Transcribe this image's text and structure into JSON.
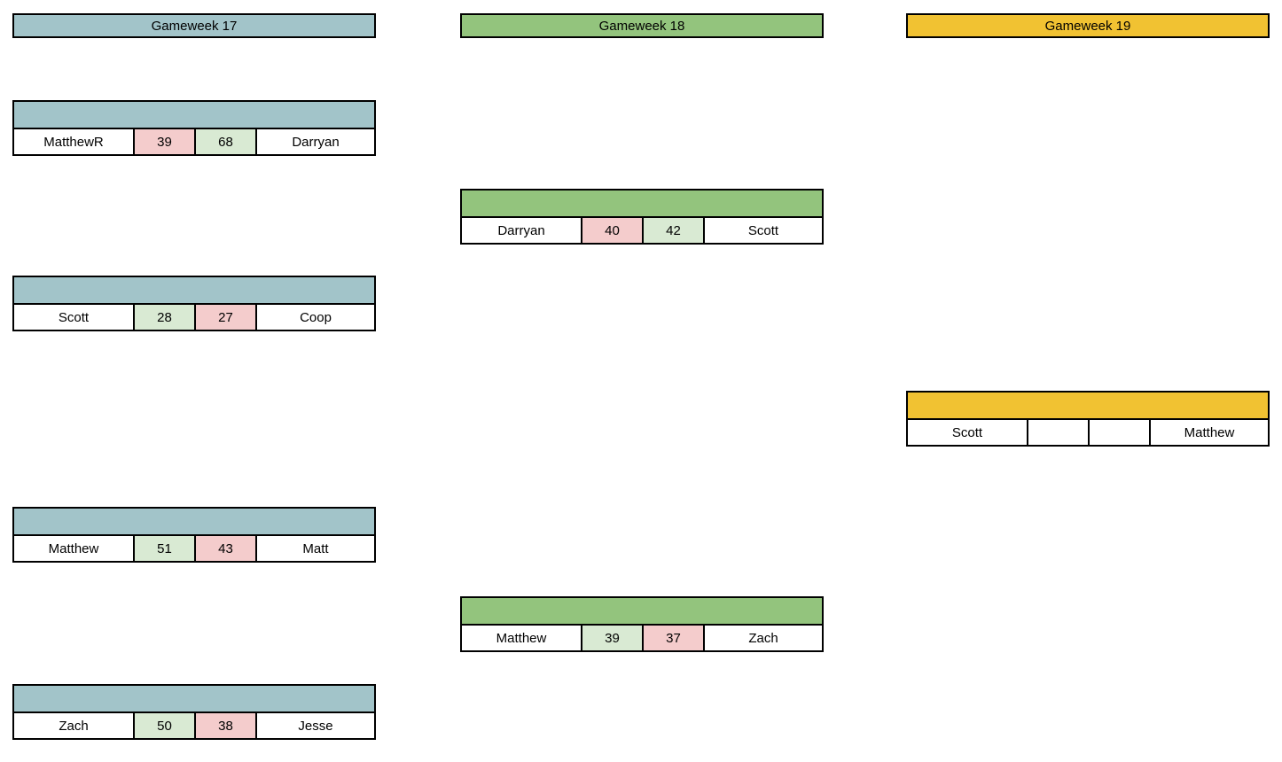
{
  "colors": {
    "gameweek17_header": "#a2c4c9",
    "gameweek18_header": "#93c47d",
    "gameweek19_header": "#f1c232",
    "win_cell": "#d9ead3",
    "loss_cell": "#f4cccc",
    "border": "#000000",
    "background": "#ffffff"
  },
  "columns": [
    {
      "header": {
        "label": "Gameweek 17",
        "color": "#a2c4c9"
      },
      "matches": [
        {
          "left_name": "MatthewR",
          "left_score": "39",
          "left_result": "loss",
          "right_score": "68",
          "right_result": "win",
          "right_name": "Darryan"
        },
        {
          "left_name": "Scott",
          "left_score": "28",
          "left_result": "win",
          "right_score": "27",
          "right_result": "loss",
          "right_name": "Coop"
        },
        {
          "left_name": "Matthew",
          "left_score": "51",
          "left_result": "win",
          "right_score": "43",
          "right_result": "loss",
          "right_name": "Matt"
        },
        {
          "left_name": "Zach",
          "left_score": "50",
          "left_result": "win",
          "right_score": "38",
          "right_result": "loss",
          "right_name": "Jesse"
        }
      ]
    },
    {
      "header": {
        "label": "Gameweek 18",
        "color": "#93c47d"
      },
      "matches": [
        {
          "left_name": "Darryan",
          "left_score": "40",
          "left_result": "loss",
          "right_score": "42",
          "right_result": "win",
          "right_name": "Scott"
        },
        {
          "left_name": "Matthew",
          "left_score": "39",
          "left_result": "win",
          "right_score": "37",
          "right_result": "loss",
          "right_name": "Zach"
        }
      ]
    },
    {
      "header": {
        "label": "Gameweek 19",
        "color": "#f1c232"
      },
      "matches": [
        {
          "left_name": "Scott",
          "left_score": "",
          "left_result": "none",
          "right_score": "",
          "right_result": "none",
          "right_name": "Matthew"
        }
      ]
    }
  ]
}
